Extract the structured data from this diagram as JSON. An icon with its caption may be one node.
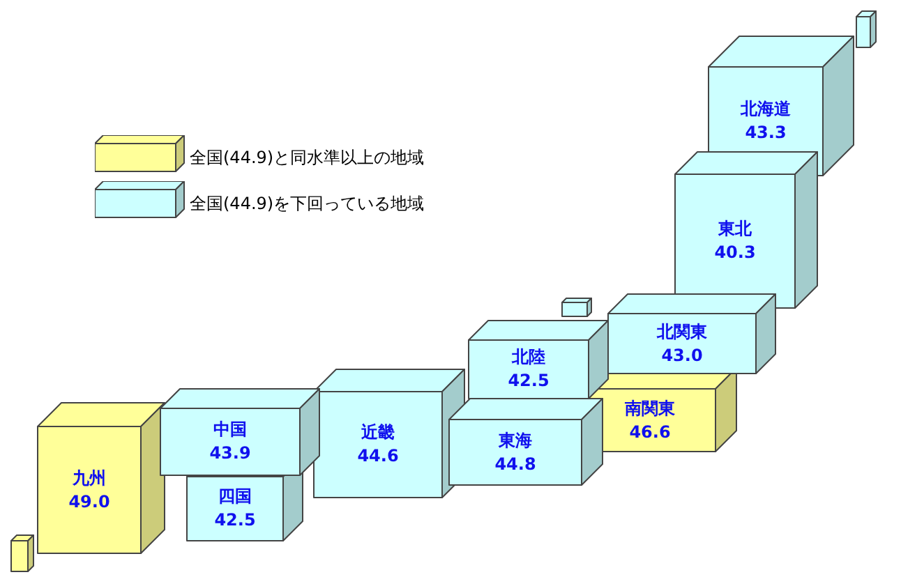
{
  "diagram": {
    "nodes": [
      {
        "text": [],
        "shape": "box"
      },
      {
        "text": [
          "北海道",
          "43.3"
        ]
      },
      {
        "text": [
          "東北",
          "40.3"
        ]
      },
      {
        "text": [],
        "shape": "box"
      },
      {
        "text": [
          "北関東",
          "43.0"
        ]
      },
      {
        "text": [
          "北陸",
          "42.5"
        ]
      },
      {
        "text": [
          "中国",
          "43.9"
        ]
      },
      {
        "text": [
          "近畿",
          "44.6"
        ]
      },
      {
        "text": [
          "南関東",
          "46.6"
        ]
      },
      {
        "text": [
          "東海",
          "44.8"
        ]
      },
      {
        "text": [
          "四国",
          "42.5"
        ]
      },
      {
        "text": [
          "九州",
          "49.0"
        ]
      },
      {
        "text": [],
        "shape": "box"
      }
    ],
    "edges": [],
    "legend": [
      {
        "text": "全国(44.9)と同水準以上の地域",
        "color": "#ffff99"
      },
      {
        "text": "全国(44.9)を下回っている地域",
        "color": "#ccffff"
      }
    ]
  }
}
